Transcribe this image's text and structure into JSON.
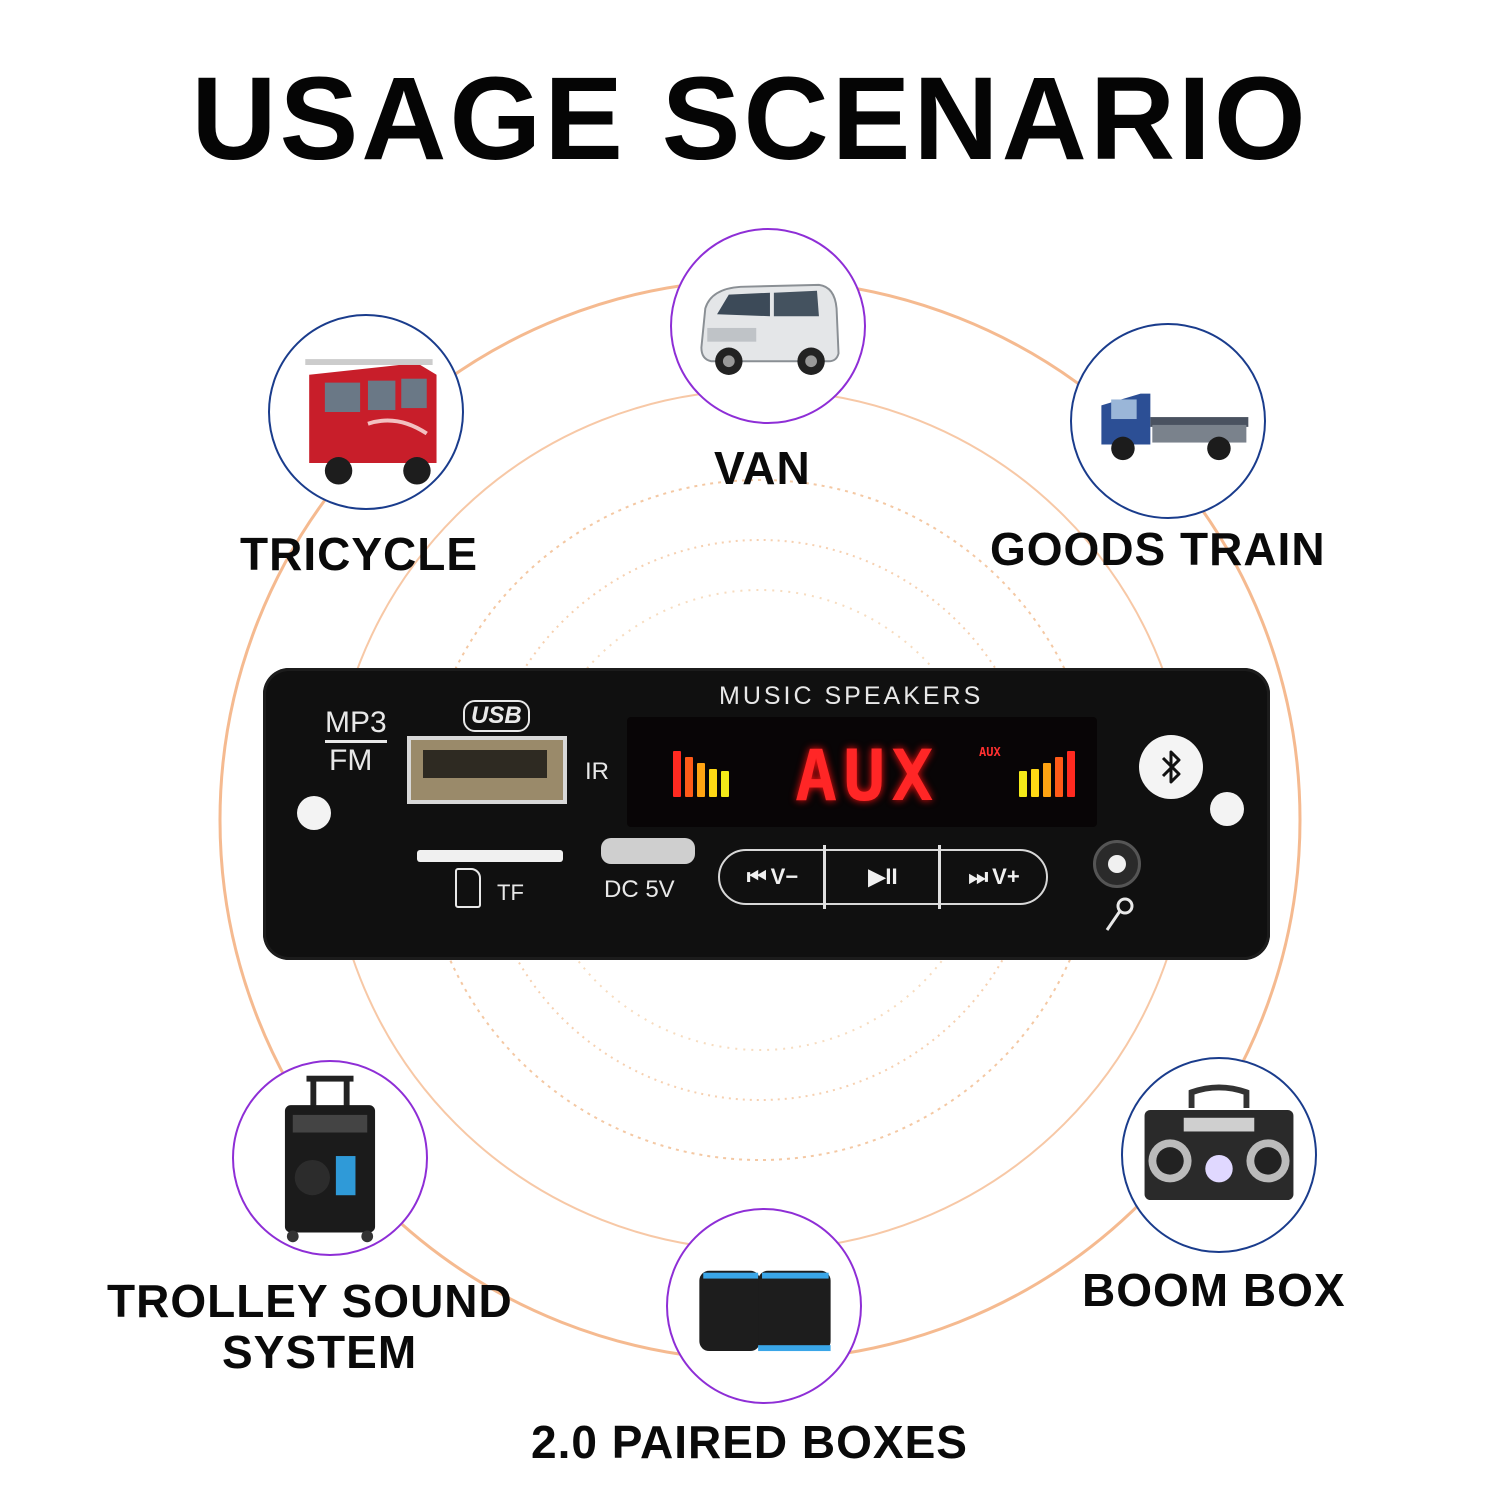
{
  "title": "USAGE SCENARIO",
  "scenarios": {
    "van": {
      "label": "VAN",
      "icon": "van-icon"
    },
    "tricycle": {
      "label": "TRICYCLE",
      "icon": "tricycle-icon"
    },
    "goods_train": {
      "label": "GOODS TRAIN",
      "icon": "truck-icon"
    },
    "trolley": {
      "label_line1": "TROLLEY SOUND",
      "label_line2": "SYSTEM",
      "icon": "trolley-speaker-icon"
    },
    "boom_box": {
      "label": "BOOM BOX",
      "icon": "boombox-icon"
    },
    "paired_boxes": {
      "label": "2.0 PAIRED BOXES",
      "icon": "paired-speakers-icon"
    }
  },
  "panel": {
    "brand": "MUSIC SPEAKERS",
    "mode_top": "MP3",
    "mode_bottom": "FM",
    "usb": "USB",
    "ir": "IR",
    "tf": "TF",
    "dc": "DC 5V",
    "display_text": "AUX",
    "display_small": "AUX",
    "prev": "V−",
    "play": "▶II",
    "next": "V+",
    "icons": [
      "bluetooth-icon",
      "microphone-icon",
      "sd-card-icon"
    ]
  },
  "colors": {
    "ring_orange": "#f2a36b",
    "circle_blue": "#1a3c8c",
    "circle_purple": "#8e2ed6",
    "display_red": "#ff2626"
  }
}
